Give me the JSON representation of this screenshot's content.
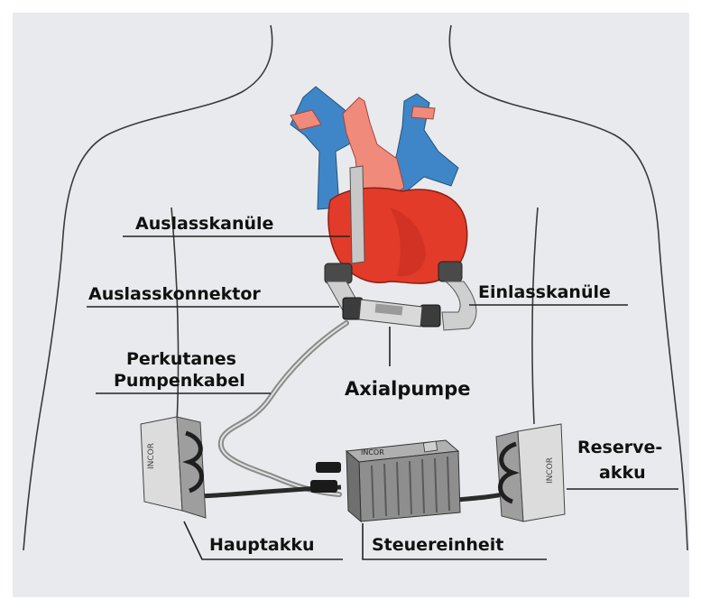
{
  "labels": {
    "auslasskanuele": "Auslasskanüle",
    "auslasskonnektor": "Auslasskonnektor",
    "einlasskanuele": "Einlasskanüle",
    "perkutanes_line1": "Perkutanes",
    "perkutanes_line2": "Pumpenkabel",
    "axialpumpe": "Axialpumpe",
    "reserve_line1": "Reserve-",
    "reserve_line2": "akku",
    "hauptakku": "Hauptakku",
    "steuereinheit": "Steuereinheit"
  },
  "device_text": {
    "controller_brand": "INCOR",
    "main_battery_brand": "INCOR",
    "reserve_battery_brand": "INCOR"
  },
  "colors": {
    "background": "#e8eaed",
    "heart_red": "#e23b2a",
    "vessel_blue": "#3e86c8",
    "aorta_salmon": "#f08a7a",
    "device_gray": "#bdbdbd"
  }
}
